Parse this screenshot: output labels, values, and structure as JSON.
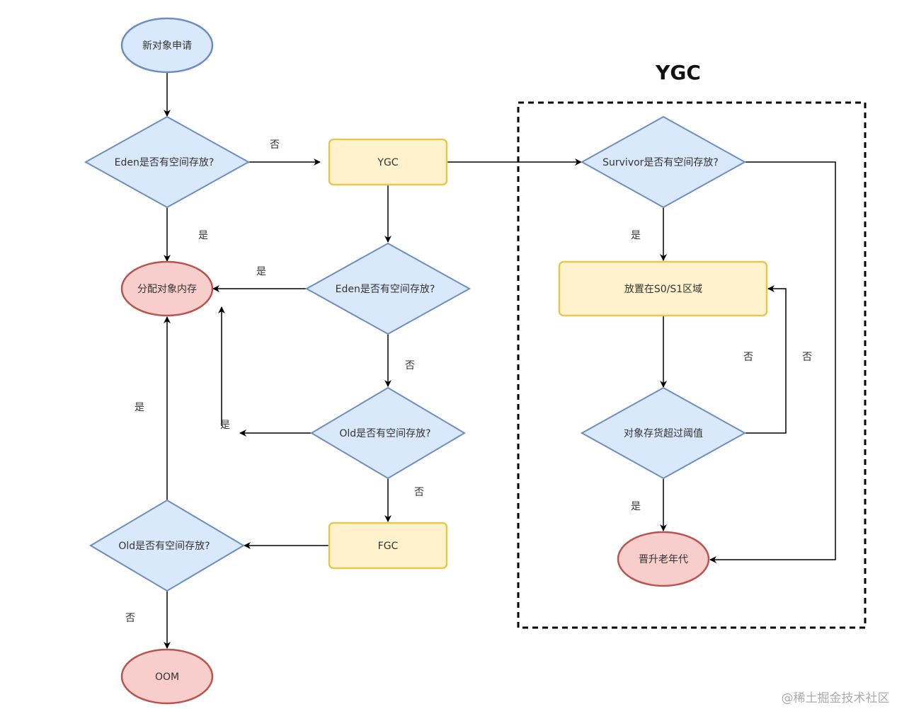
{
  "title": "YGC",
  "watermark": "@稀土掘金技术社区",
  "colors": {
    "blue_fill": "#dae8fc",
    "blue_stroke": "#6c8ebf",
    "red_fill": "#f8cecc",
    "red_stroke": "#b85450",
    "yellow_fill": "#fff2cc",
    "yellow_stroke": "#e6c84f",
    "line": "#000000"
  },
  "nodes": {
    "start": "新对象申请",
    "eden_check_1": "Eden是否有空间存放?",
    "ygc": "YGC",
    "survivor_check": "Survivor是否有空间存放?",
    "allocate": "分配对象内存",
    "eden_check_2": "Eden是否有空间存放?",
    "place_s0s1": "放置在S0/S1区域",
    "old_check_1": "Old是否有空间存放?",
    "age_check": "对象存货超过阈值",
    "fgc": "FGC",
    "old_check_2": "Old是否有空间存放?",
    "promote": "晋升老年代",
    "oom": "OOM"
  },
  "labels": {
    "eden1_no": "否",
    "eden1_yes": "是",
    "eden2_yes": "是",
    "eden2_no": "否",
    "old1_yes": "是",
    "old1_no": "否",
    "old2_yes": "是",
    "old2_no": "否",
    "survivor_yes": "是",
    "survivor_no": "否",
    "age_no": "否",
    "age_yes": "是"
  }
}
